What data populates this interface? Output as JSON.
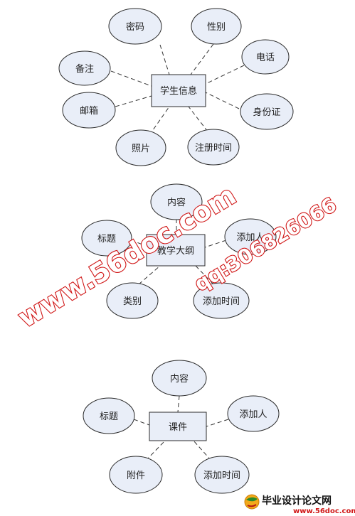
{
  "diagrams": [
    {
      "entity": "学生信息",
      "attributes": [
        "密码",
        "性别",
        "备注",
        "电话",
        "邮箱",
        "身份证",
        "照片",
        "注册时间"
      ]
    },
    {
      "entity": "教学大纲",
      "attributes": [
        "内容",
        "标题",
        "添加人",
        "类别",
        "添加时间"
      ]
    },
    {
      "entity": "课件",
      "attributes": [
        "内容",
        "标题",
        "添加人",
        "附件",
        "添加时间"
      ]
    }
  ],
  "watermark": {
    "site": "www.56doc.com",
    "qq": "qq:306826066",
    "color": "#d01515"
  },
  "footer": {
    "brand": "毕业设计论文网",
    "url": "www.56doc.com"
  }
}
